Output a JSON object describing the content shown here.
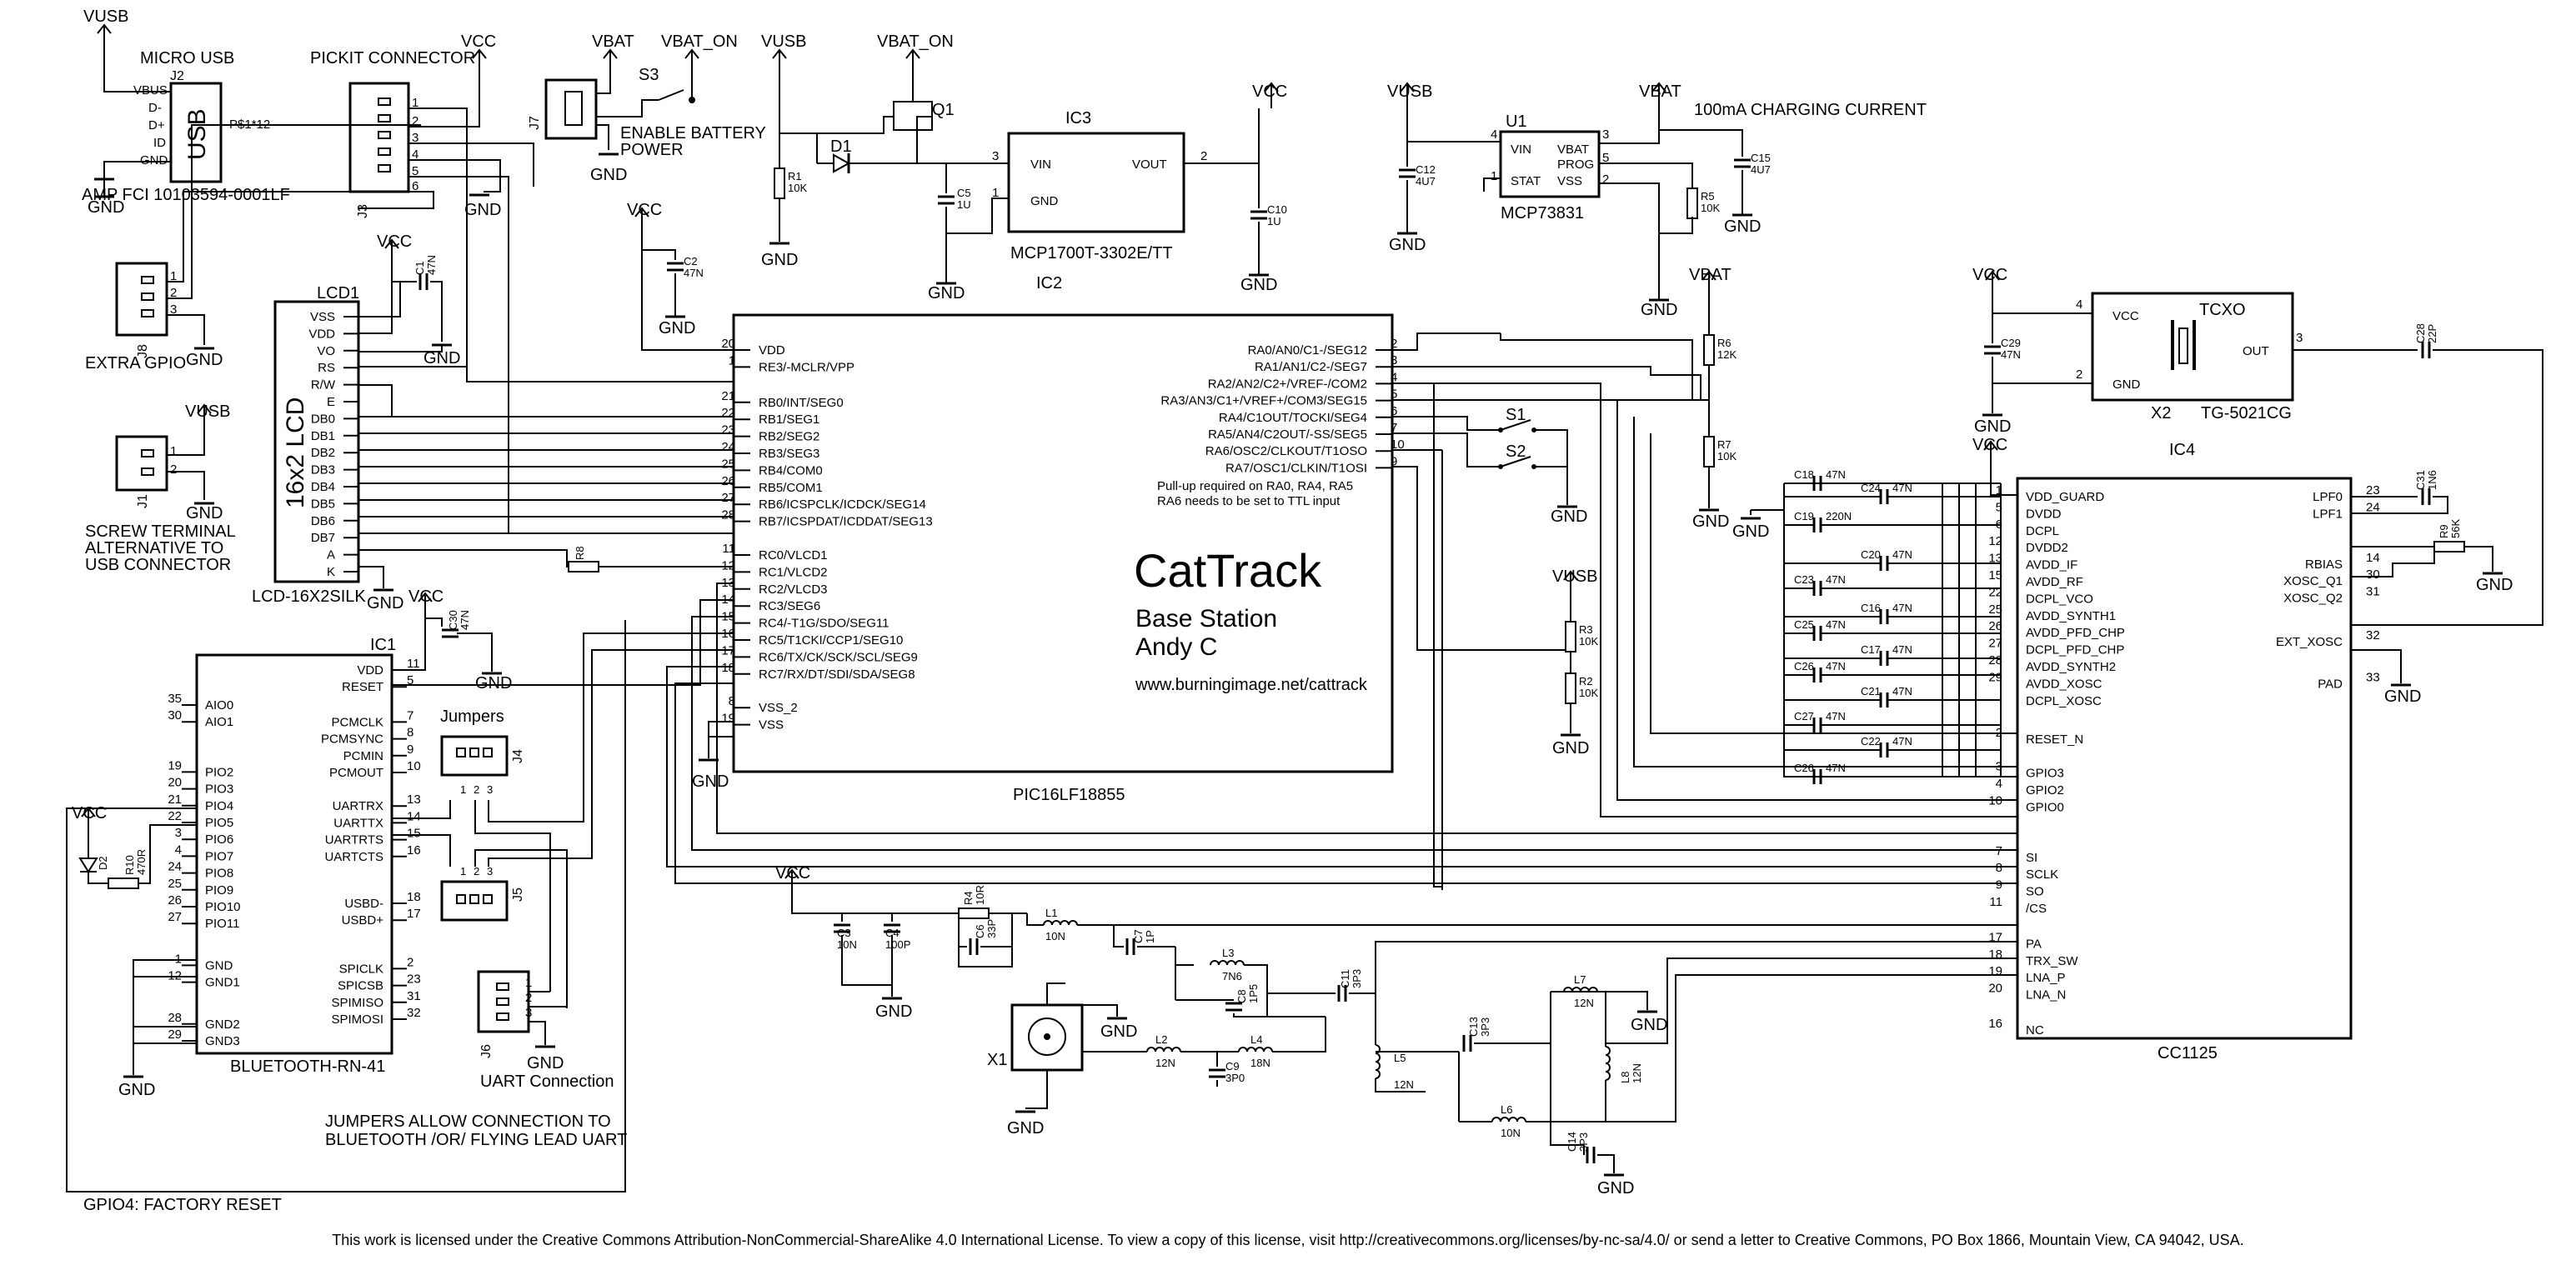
{
  "branding": {
    "title": "CatTrack",
    "subtitle": "Base Station",
    "author": "Andy C",
    "url": "www.burningimage.net/cattrack"
  },
  "components": {
    "usb": {
      "ref": "J2",
      "caption": "MICRO USB",
      "part": "AMP FCI 10103594-0001LF",
      "body": "USB",
      "pins": [
        "VBUS",
        "D-",
        "D+",
        "ID",
        "GND"
      ],
      "note": "P$1*12"
    },
    "pickit": {
      "ref": "J3",
      "caption": "PICKIT CONNECTOR",
      "pins": [
        "1",
        "2",
        "3",
        "4",
        "5",
        "6"
      ]
    },
    "battery_conn": {
      "ref": "J7",
      "switch": "S3",
      "caption_line1": "ENABLE BATTERY",
      "caption_line2": "POWER"
    },
    "ldo": {
      "ref": "IC3",
      "part": "MCP1700T-3302E/TT",
      "ref2": "IC2",
      "pins": {
        "vin": "VIN",
        "gnd": "GND",
        "vout": "VOUT"
      },
      "pin_numbers": [
        "3",
        "1",
        "2"
      ]
    },
    "mosfet": {
      "ref": "Q1"
    },
    "diode": {
      "ref": "D1"
    },
    "charger": {
      "ref": "U1",
      "part": "MCP73831",
      "caption": "100mA CHARGING CURRENT",
      "pins": [
        "VIN",
        "STAT",
        "VBAT",
        "PROG",
        "VSS"
      ],
      "pin_numbers": [
        "4",
        "1",
        "3",
        "5",
        "2"
      ]
    },
    "gpio": {
      "ref": "J8",
      "caption": "EXTRA GPIO",
      "pins": [
        "1",
        "2",
        "3"
      ]
    },
    "screw": {
      "ref": "J1",
      "caption": [
        "SCREW TERMINAL",
        "ALTERNATIVE TO",
        "USB CONNECTOR"
      ],
      "pins": [
        "1",
        "2"
      ]
    },
    "lcd": {
      "ref": "LCD1",
      "body": "16x2 LCD",
      "part": "LCD-16X2SILK",
      "pins": [
        "VSS",
        "VDD",
        "VO",
        "RS",
        "R/W",
        "E",
        "DB0",
        "DB1",
        "DB2",
        "DB3",
        "DB4",
        "DB5",
        "DB6",
        "DB7",
        "A",
        "K"
      ]
    },
    "mcu": {
      "part": "PIC16LF18855",
      "left_pins": [
        {
          "num": "20",
          "name": "VDD"
        },
        {
          "num": "1",
          "name": "RE3/-MCLR/VPP"
        },
        {
          "num": "21",
          "name": "RB0/INT/SEG0"
        },
        {
          "num": "22",
          "name": "RB1/SEG1"
        },
        {
          "num": "23",
          "name": "RB2/SEG2"
        },
        {
          "num": "24",
          "name": "RB3/SEG3"
        },
        {
          "num": "25",
          "name": "RB4/COM0"
        },
        {
          "num": "26",
          "name": "RB5/COM1"
        },
        {
          "num": "27",
          "name": "RB6/ICSPCLK/ICDCK/SEG14"
        },
        {
          "num": "28",
          "name": "RB7/ICSPDAT/ICDDAT/SEG13"
        },
        {
          "num": "11",
          "name": "RC0/VLCD1"
        },
        {
          "num": "12",
          "name": "RC1/VLCD2"
        },
        {
          "num": "13",
          "name": "RC2/VLCD3"
        },
        {
          "num": "14",
          "name": "RC3/SEG6"
        },
        {
          "num": "15",
          "name": "RC4/-T1G/SDO/SEG11"
        },
        {
          "num": "16",
          "name": "RC5/T1CKI/CCP1/SEG10"
        },
        {
          "num": "17",
          "name": "RC6/TX/CK/SCK/SCL/SEG9"
        },
        {
          "num": "18",
          "name": "RC7/RX/DT/SDI/SDA/SEG8"
        },
        {
          "num": "8",
          "name": "VSS_2"
        },
        {
          "num": "19",
          "name": "VSS"
        }
      ],
      "right_pins": [
        {
          "num": "2",
          "name": "RA0/AN0/C1-/SEG12"
        },
        {
          "num": "3",
          "name": "RA1/AN1/C2-/SEG7"
        },
        {
          "num": "4",
          "name": "RA2/AN2/C2+/VREF-/COM2"
        },
        {
          "num": "5",
          "name": "RA3/AN3/C1+/VREF+/COM3/SEG15"
        },
        {
          "num": "6",
          "name": "RA4/C1OUT/TOCKI/SEG4"
        },
        {
          "num": "7",
          "name": "RA5/AN4/C2OUT/-SS/SEG5"
        },
        {
          "num": "10",
          "name": "RA6/OSC2/CLKOUT/T1OSO"
        },
        {
          "num": "9",
          "name": "RA7/OSC1/CLKIN/T1OSI"
        }
      ],
      "notes": [
        "Pull-up required on RA0, RA4, RA5",
        "RA6 needs to be set to TTL input"
      ]
    },
    "switches": [
      "S1",
      "S2"
    ],
    "bluetooth": {
      "ref": "IC1",
      "part": "BLUETOOTH-RN-41",
      "left_pins": [
        {
          "num": "35",
          "name": "AIO0"
        },
        {
          "num": "30",
          "name": "AIO1"
        },
        {
          "num": "19",
          "name": "PIO2"
        },
        {
          "num": "20",
          "name": "PIO3"
        },
        {
          "num": "21",
          "name": "PIO4"
        },
        {
          "num": "22",
          "name": "PIO5"
        },
        {
          "num": "3",
          "name": "PIO6"
        },
        {
          "num": "4",
          "name": "PIO7"
        },
        {
          "num": "24",
          "name": "PIO8"
        },
        {
          "num": "25",
          "name": "PIO9"
        },
        {
          "num": "26",
          "name": "PIO10"
        },
        {
          "num": "27",
          "name": "PIO11"
        },
        {
          "num": "1",
          "name": "GND"
        },
        {
          "num": "12",
          "name": "GND1"
        },
        {
          "num": "28",
          "name": "GND2"
        },
        {
          "num": "29",
          "name": "GND3"
        }
      ],
      "right_pins": [
        {
          "num": "11",
          "name": "VDD"
        },
        {
          "num": "5",
          "name": "RESET"
        },
        {
          "num": "7",
          "name": "PCMCLK"
        },
        {
          "num": "8",
          "name": "PCMSYNC"
        },
        {
          "num": "9",
          "name": "PCMIN"
        },
        {
          "num": "10",
          "name": "PCMOUT"
        },
        {
          "num": "13",
          "name": "UARTRX"
        },
        {
          "num": "14",
          "name": "UARTTX"
        },
        {
          "num": "15",
          "name": "UARTRTS"
        },
        {
          "num": "16",
          "name": "UARTCTS"
        },
        {
          "num": "18",
          "name": "USBD-"
        },
        {
          "num": "17",
          "name": "USBD+"
        },
        {
          "num": "2",
          "name": "SPICLK"
        },
        {
          "num": "23",
          "name": "SPICSB"
        },
        {
          "num": "31",
          "name": "SPIMISO"
        },
        {
          "num": "32",
          "name": "SPIMOSI"
        }
      ]
    },
    "jumpers": {
      "caption": "Jumpers",
      "refs": [
        "J4",
        "J5"
      ],
      "pins": [
        "1",
        "2",
        "3"
      ]
    },
    "uart": {
      "ref": "J6",
      "caption": "UART Connection",
      "pins": [
        "1",
        "2",
        "3"
      ]
    },
    "jumper_note": [
      "JUMPERS ALLOW CONNECTION TO",
      "BLUETOOTH /OR/ FLYING LEAD UART"
    ],
    "gpio4_note": "GPIO4: FACTORY RESET",
    "led": {
      "ref": "D2",
      "resistor": "R10",
      "value": "470R"
    },
    "tcxo": {
      "caption": "TCXO",
      "ref": "X2",
      "part": "TG-5021CG",
      "pins": [
        "VCC",
        "GND",
        "OUT"
      ],
      "pin_numbers": [
        "4",
        "2",
        "3"
      ]
    },
    "radio": {
      "ref": "IC4",
      "part": "CC1125",
      "left_pins": [
        {
          "num": "1",
          "name": "VDD_GUARD"
        },
        {
          "num": "5",
          "name": "DVDD"
        },
        {
          "num": "6",
          "name": "DCPL"
        },
        {
          "num": "12",
          "name": "DVDD2"
        },
        {
          "num": "13",
          "name": "AVDD_IF"
        },
        {
          "num": "15",
          "name": "AVDD_RF"
        },
        {
          "num": "22",
          "name": "DCPL_VCO"
        },
        {
          "num": "25",
          "name": "AVDD_SYNTH1"
        },
        {
          "num": "26",
          "name": "AVDD_PFD_CHP"
        },
        {
          "num": "27",
          "name": "DCPL_PFD_CHP"
        },
        {
          "num": "28",
          "name": "AVDD_SYNTH2"
        },
        {
          "num": "29",
          "name": "AVDD_XOSC"
        },
        {
          "num": "",
          "name": "DCPL_XOSC"
        },
        {
          "num": "2",
          "name": "RESET_N"
        },
        {
          "num": "3",
          "name": "GPIO3"
        },
        {
          "num": "4",
          "name": "GPIO2"
        },
        {
          "num": "10",
          "name": "GPIO0"
        },
        {
          "num": "7",
          "name": "SI"
        },
        {
          "num": "8",
          "name": "SCLK"
        },
        {
          "num": "9",
          "name": "SO"
        },
        {
          "num": "11",
          "name": "/CS"
        },
        {
          "num": "17",
          "name": "PA"
        },
        {
          "num": "18",
          "name": "TRX_SW"
        },
        {
          "num": "19",
          "name": "LNA_P"
        },
        {
          "num": "20",
          "name": "LNA_N"
        },
        {
          "num": "16",
          "name": "NC"
        }
      ],
      "right_pins": [
        {
          "num": "23",
          "name": "LPF0"
        },
        {
          "num": "24",
          "name": "LPF1"
        },
        {
          "num": "14",
          "name": "RBIAS"
        },
        {
          "num": "30",
          "name": "XOSC_Q1"
        },
        {
          "num": "31",
          "name": "XOSC_Q2"
        },
        {
          "num": "32",
          "name": "EXT_XOSC"
        },
        {
          "num": "33",
          "name": "PAD"
        }
      ]
    },
    "antenna": {
      "ref": "X1"
    }
  },
  "nets": {
    "vusb": "VUSB",
    "vcc": "VCC",
    "vbat": "VBAT",
    "vbat_on": "VBAT_ON",
    "gnd": "GND"
  },
  "passives": {
    "r1": [
      "R1",
      "10K"
    ],
    "c5": [
      "C5",
      "1U"
    ],
    "c10": [
      "C10",
      "1U"
    ],
    "c12": [
      "C12",
      "4U7"
    ],
    "c15": [
      "C15",
      "4U7"
    ],
    "r5": [
      "R5",
      "10K"
    ],
    "c2": [
      "C2",
      "47N"
    ],
    "c1": [
      "C1",
      "47N"
    ],
    "c30": [
      "C30",
      "47N"
    ],
    "r6": [
      "R6",
      "12K"
    ],
    "r7": [
      "R7",
      "10K"
    ],
    "r3": [
      "R3",
      "10K"
    ],
    "r2": [
      "R2",
      "10K"
    ],
    "r8": [
      "R8"
    ],
    "c29": [
      "C29",
      "47N"
    ],
    "c28": [
      "C28",
      "22P"
    ],
    "c31": [
      "C31",
      "1N6"
    ],
    "r9": [
      "R9",
      "56K"
    ],
    "decoupling": [
      "C18",
      "C24",
      "C19",
      "C20",
      "C23",
      "C16",
      "C25",
      "C17",
      "C26",
      "C21",
      "C27",
      "C22",
      "C26"
    ],
    "decoupling_vals": [
      "47N",
      "47N",
      "220N",
      "47N",
      "47N",
      "47N",
      "47N",
      "47N",
      "47N",
      "47N",
      "47N",
      "47N",
      "47N"
    ],
    "rf": {
      "c3": [
        "C3",
        "10N"
      ],
      "c4": [
        "C4",
        "100P"
      ],
      "r4": [
        "R4",
        "10R"
      ],
      "c6": [
        "C6",
        "33P"
      ],
      "l1": [
        "L1",
        "10N"
      ],
      "c7": [
        "C7",
        "1P"
      ],
      "l3": [
        "L3",
        "7N6"
      ],
      "c8": [
        "C8",
        "1P5"
      ],
      "c11": [
        "C11",
        "3P3"
      ],
      "l2": [
        "L2",
        "12N"
      ],
      "l4": [
        "L4",
        "18N"
      ],
      "c9": [
        "C9",
        "3P0"
      ],
      "c13": [
        "C13",
        "3P3"
      ],
      "l7": [
        "L7",
        "12N"
      ],
      "l5": [
        "L5",
        "12N"
      ],
      "l6": [
        "L6",
        "10N"
      ],
      "l8": [
        "L8",
        "12N"
      ],
      "c14": [
        "C14",
        "3P3"
      ]
    }
  },
  "license": "This work is licensed under the Creative Commons Attribution-NonCommercial-ShareAlike 4.0 International License. To view a copy of this license, visit http://creativecommons.org/licenses/by-nc-sa/4.0/ or send a letter to Creative Commons, PO Box 1866, Mountain View, CA 94042, USA."
}
